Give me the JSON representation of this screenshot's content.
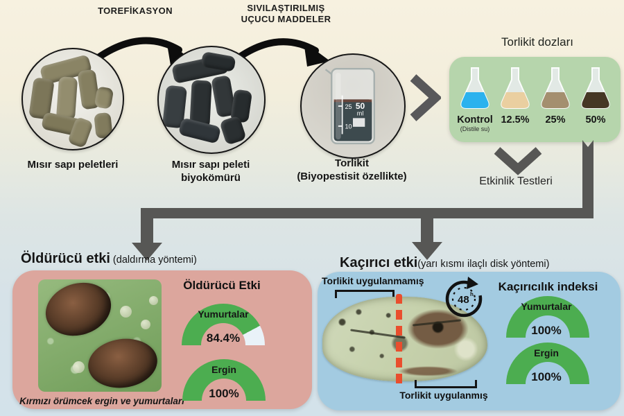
{
  "flow": {
    "arrow1_label": "TOREFİKASYON",
    "arrow2_label_line1": "SIVILAŞTIRILMIŞ",
    "arrow2_label_line2": "UÇUCU MADDELER"
  },
  "steps": {
    "pellets_label": "Mısır sapı peletleri",
    "biochar_label": "Mısır sapı peleti biyokömürü",
    "torlikit_label": "Torlikit",
    "torlikit_sublabel": "(Biyopestisit özellikte)",
    "beaker_scale": {
      "top": "50",
      "unit": "ml",
      "mid": "25",
      "low": "10"
    }
  },
  "doses": {
    "title": "Torlikit dozları",
    "items": [
      {
        "label": "Kontrol",
        "sublabel": "(Distile su)",
        "color": "#2bb2ee"
      },
      {
        "label": "12.5%",
        "sublabel": "",
        "color": "#eacfa0"
      },
      {
        "label": "25%",
        "sublabel": "",
        "color": "#a48f6f"
      },
      {
        "label": "50%",
        "sublabel": "",
        "color": "#453724"
      }
    ]
  },
  "tests_label": "Etkinlik Testleri",
  "lethal": {
    "header_bold": "Öldürücü etki",
    "header_note": " (daldırma yöntemi)",
    "panel_title": "Öldürücü Etki",
    "gauges": [
      {
        "label": "Yumurtalar",
        "value": 84.4,
        "display": "84.4%"
      },
      {
        "label": "Ergin",
        "value": 100,
        "display": "100%"
      }
    ],
    "caption": "Kırmızı örümcek ergin ve yumurtaları"
  },
  "repellent": {
    "header_bold": "Kaçırıcı etki",
    "header_note": "(yarı kısmı ilaçlı disk yöntemi)",
    "panel_title": "Kaçırıcılık indeksi",
    "untreated_label": "Torlikit uygulanmamış",
    "treated_label": "Torlikit uygulanmış",
    "timer_value": "48",
    "timer_unit": "h",
    "gauges": [
      {
        "label": "Yumurtalar",
        "value": 100,
        "display": "100%"
      },
      {
        "label": "Ergin",
        "value": 100,
        "display": "100%"
      }
    ]
  },
  "colors": {
    "panel_pink": "#dca69d",
    "panel_blue": "#a3cbe1",
    "panel_green": "#b6d5ac",
    "gauge_fill": "#4cad50",
    "gauge_empty": "#e9f2f8",
    "arrow_gray": "#575755",
    "accent_red": "#e94e2d"
  }
}
